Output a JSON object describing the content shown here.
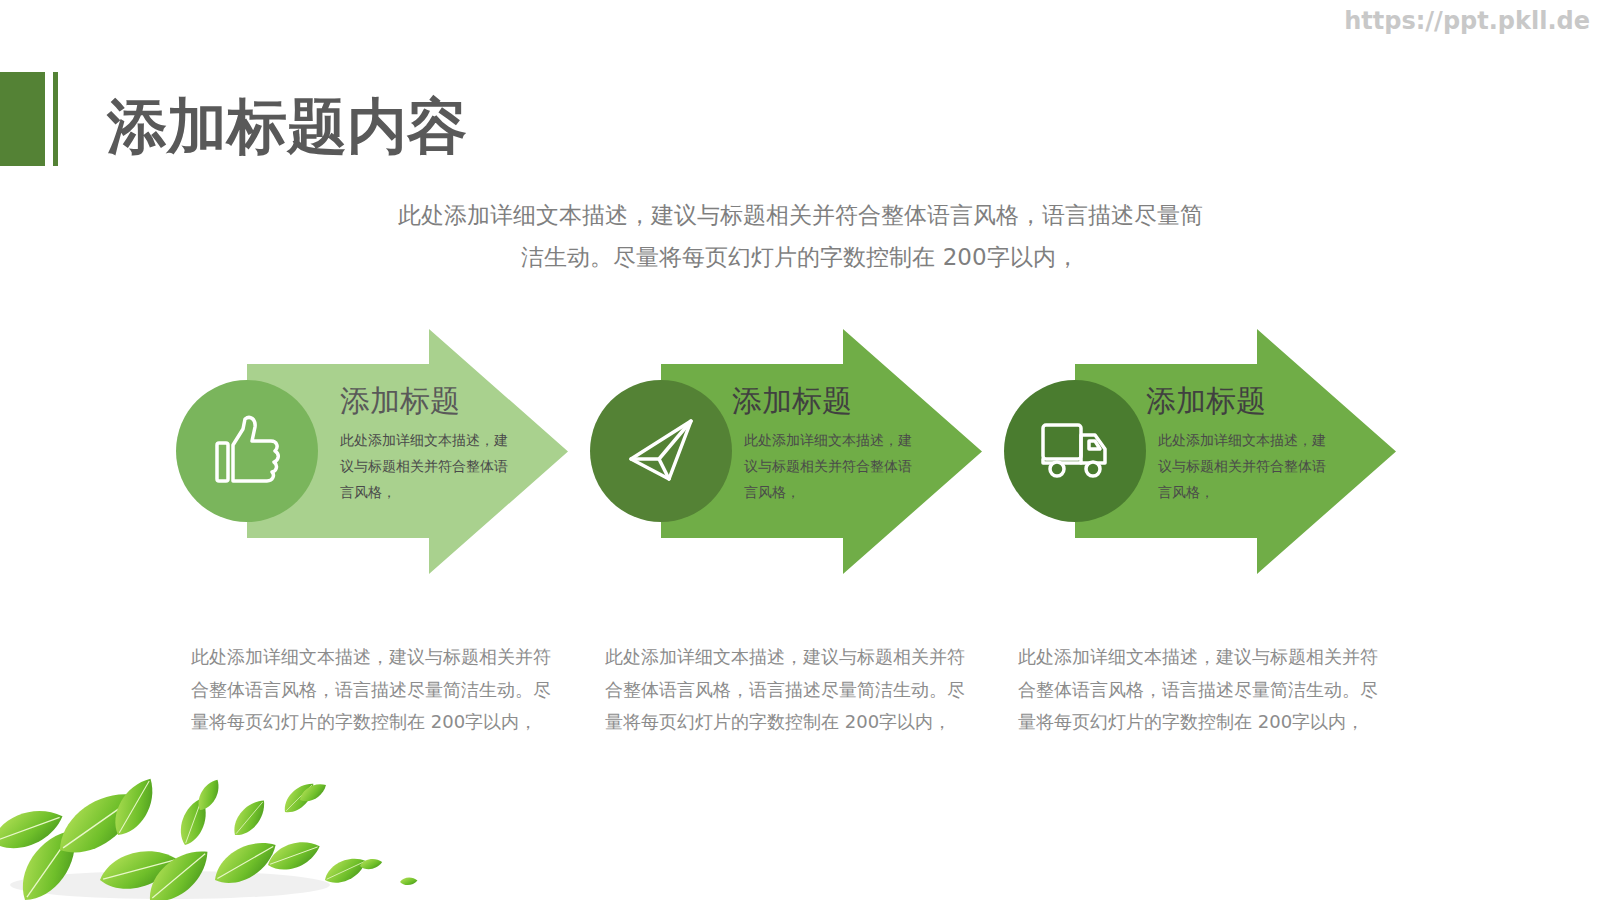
{
  "diagram": {
    "title": "添加标题内容",
    "nodes": [
      {
        "text": [
          "添加标题",
          "此处添加详细文本描述，建议与标题相关并符合整体语言风格，"
        ]
      },
      {
        "text": [
          "添加标题",
          "此处添加详细文本描述，建议与标题相关并符合整体语言风格，"
        ]
      },
      {
        "text": [
          "添加标题",
          "此处添加详细文本描述，建议与标题相关并符合整体语言风格，"
        ]
      }
    ],
    "labels": [
      "https://ppt.pkll.de",
      "此处添加详细文本描述，建议与标题相关并符合整体语言风格，语言描述尽量简洁生动。尽量将每页幻灯片的字数控制在 200字以内，",
      "此处添加详细文本描述，建议与标题相关并符合整体语言风格，语言描述尽量简洁生动。尽量将每页幻灯片的字数控制在 200字以内，",
      "此处添加详细文本描述，建议与标题相关并符合整体语言风格，语言描述尽量简洁生动。尽量将每页幻灯片的字数控制在 200字以内，",
      "此处添加详细文本描述，建议与标题相关并符合整体语言风格，语言描述尽量简洁生动。尽量将每页幻灯片的字数控制在 200字以内，"
    ]
  }
}
